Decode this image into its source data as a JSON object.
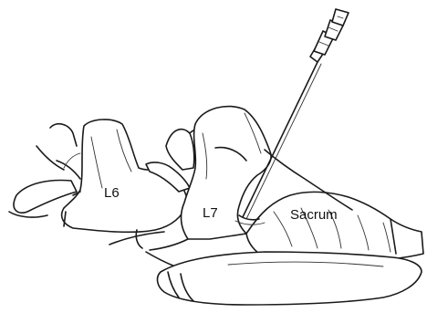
{
  "labels": {
    "l6": "L6",
    "l7": "L7",
    "sacrum": "Sacrum"
  },
  "colors": {
    "ink": "#1a1a1a",
    "background": "#ffffff"
  }
}
